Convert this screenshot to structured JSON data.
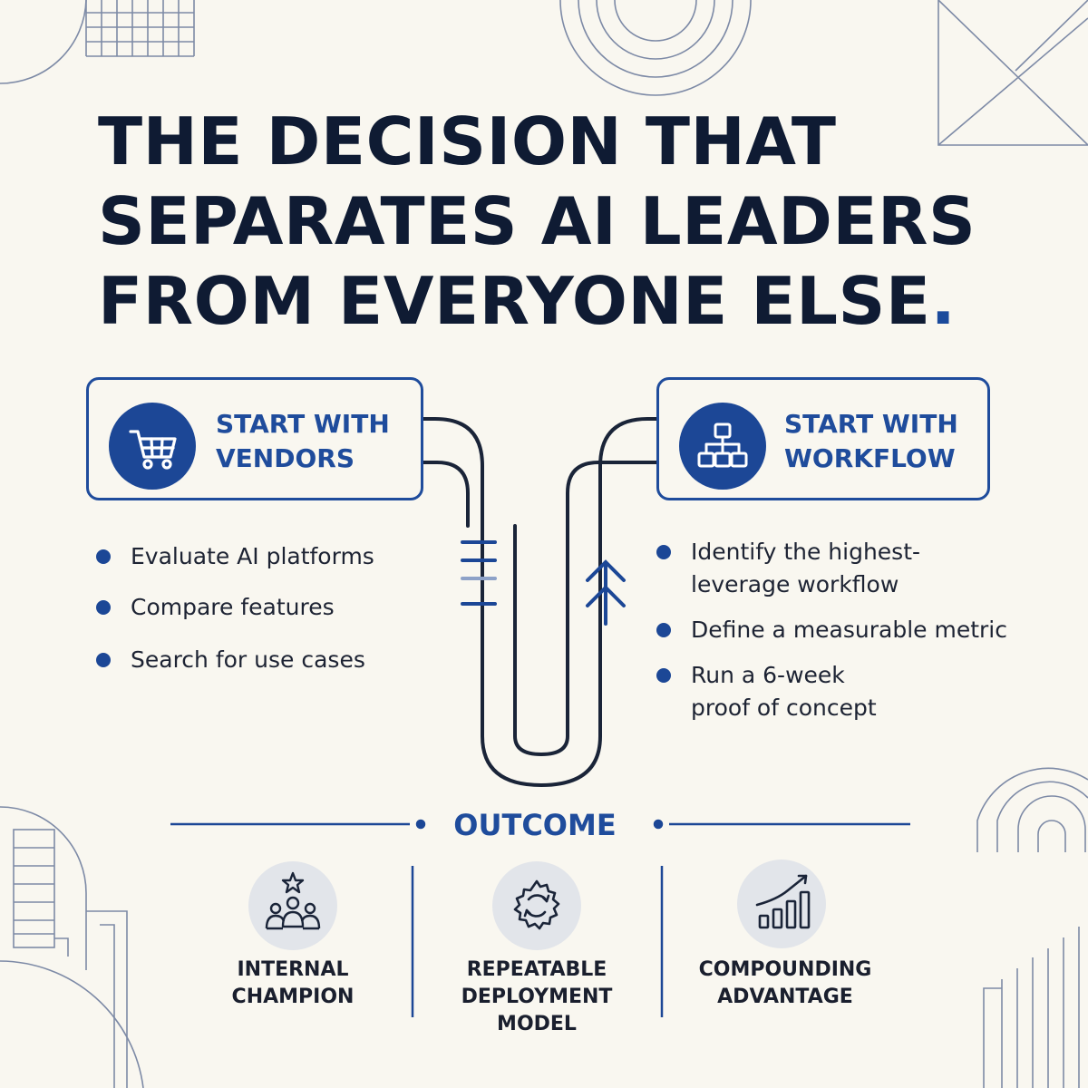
{
  "title": {
    "lines": [
      "THE DECISION THAT",
      "SEPARATES AI LEADERS",
      "FROM EVERYONE ELSE"
    ],
    "end_mark": "."
  },
  "left": {
    "label_lines": [
      "START WITH",
      "VENDORS"
    ],
    "icon": "shopping-cart-icon",
    "bullets": [
      "Evaluate AI platforms",
      "Compare features",
      "Search for use cases"
    ]
  },
  "right": {
    "label_lines": [
      "START WITH",
      "WORKFLOW"
    ],
    "icon": "org-chart-icon",
    "bullets": [
      [
        "Identify the highest-",
        "leverage workflow"
      ],
      [
        "Define a measurable metric"
      ],
      [
        "Run a 6-week",
        "proof of concept"
      ]
    ]
  },
  "outcome": {
    "label": "OUTCOME",
    "items": [
      {
        "lines": [
          "INTERNAL",
          "CHAMPION"
        ],
        "icon": "team-star-icon"
      },
      {
        "lines": [
          "REPEATABLE",
          "DEPLOYMENT",
          "MODEL"
        ],
        "icon": "cycle-gear-icon"
      },
      {
        "lines": [
          "COMPOUNDING",
          "ADVANTAGE"
        ],
        "icon": "growth-chart-icon"
      }
    ]
  },
  "colors": {
    "background": "#f9f7f0",
    "primary": "#1c4796",
    "text_dark": "#0f1b33",
    "line": "#1a2438",
    "decor": "#7d8aa6",
    "icon_bg": "#e2e5ea"
  }
}
